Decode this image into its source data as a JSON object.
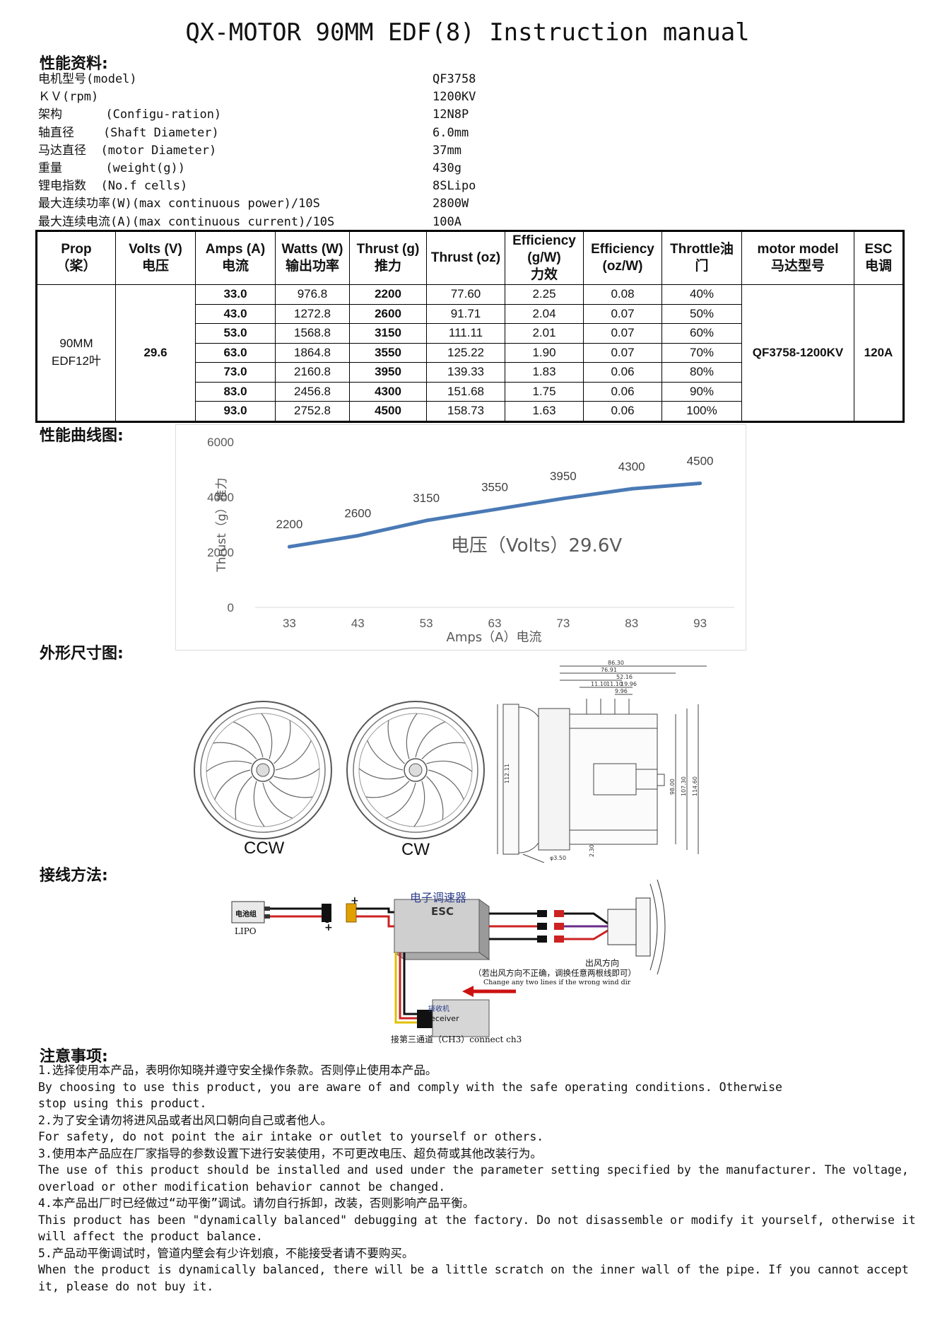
{
  "title": "QX-MOTOR 90MM EDF(8) Instruction manual",
  "sections": {
    "specs": "性能资料:",
    "curve": "性能曲线图:",
    "dims": "外形尺寸图:",
    "wiring": "接线方法:",
    "notes": "注意事项:"
  },
  "specs": [
    {
      "label": "电机型号(model)",
      "value": "QF3758"
    },
    {
      "label": "ＫＶ(rpm)",
      "value": "1200KV"
    },
    {
      "label": "架构      (Configu-ration)",
      "value": "12N8P"
    },
    {
      "label": "轴直径    (Shaft Diameter)",
      "value": "6.0mm"
    },
    {
      "label": "马达直径  (motor Diameter)",
      "value": "37mm"
    },
    {
      "label": "重量      (weight(g))",
      "value": "430g"
    },
    {
      "label": "锂电指数  (No.f cells)",
      "value": "8SLipo"
    },
    {
      "label": "最大连续功率(W)(max continuous power)/10S",
      "value": "2800W"
    },
    {
      "label": "最大连续电流(A)(max continuous current)/10S",
      "value": "100A"
    }
  ],
  "table": {
    "headers": [
      [
        "Prop",
        "（桨）"
      ],
      [
        "Volts (V)",
        "电压"
      ],
      [
        "Amps (A)",
        "电流"
      ],
      [
        "Watts (W)",
        "输出功率"
      ],
      [
        "Thrust (g)",
        "推力"
      ],
      [
        "Thrust (oz)"
      ],
      [
        "Efficiency",
        "(g/W)",
        "力效"
      ],
      [
        "Efficiency",
        "(oz/W)"
      ],
      [
        "Throttle油",
        "门"
      ],
      [
        "motor model",
        "马达型号"
      ],
      [
        "ESC",
        "电调"
      ]
    ],
    "prop": [
      "90MM",
      "EDF12叶"
    ],
    "volts": "29.6",
    "motor_model": "QF3758-1200KV",
    "esc": "120A",
    "rows": [
      [
        "33.0",
        "976.8",
        "2200",
        "77.60",
        "2.25",
        "0.08",
        "40%"
      ],
      [
        "43.0",
        "1272.8",
        "2600",
        "91.71",
        "2.04",
        "0.07",
        "50%"
      ],
      [
        "53.0",
        "1568.8",
        "3150",
        "111.11",
        "2.01",
        "0.07",
        "60%"
      ],
      [
        "63.0",
        "1864.8",
        "3550",
        "125.22",
        "1.90",
        "0.07",
        "70%"
      ],
      [
        "73.0",
        "2160.8",
        "3950",
        "139.33",
        "1.83",
        "0.06",
        "80%"
      ],
      [
        "83.0",
        "2456.8",
        "4300",
        "151.68",
        "1.75",
        "0.06",
        "90%"
      ],
      [
        "93.0",
        "2752.8",
        "4500",
        "158.73",
        "1.63",
        "0.06",
        "100%"
      ]
    ]
  },
  "chart_data": {
    "type": "line",
    "x": [
      33,
      43,
      53,
      63,
      73,
      83,
      93
    ],
    "series": [
      {
        "values": [
          2200,
          2600,
          3150,
          3550,
          3950,
          4300,
          4500
        ]
      }
    ],
    "data_labels": [
      "2200",
      "2600",
      "3150",
      "3550",
      "3950",
      "4300",
      "4500"
    ],
    "yticks": [
      "0",
      "2000",
      "4000",
      "6000"
    ],
    "xticks": [
      "33",
      "43",
      "53",
      "63",
      "73",
      "83",
      "93"
    ],
    "ylabel": "Thrust（g）推力",
    "xlabel": "Amps（A）电流",
    "annotation": "电压（Volts）29.6V",
    "ylim": [
      0,
      6000
    ],
    "xlim": [
      28,
      98
    ],
    "grid": false,
    "line_color": "#4a7ab5"
  },
  "dims": {
    "ccw": "CCW",
    "cw": "CW",
    "d1": "86.30",
    "d2": "76.91",
    "d3": "52.16",
    "d4": "11.10",
    "d5": "11.10",
    "d6": "19.96",
    "d7": "9.96",
    "d8": "112.11",
    "d9": "98.00",
    "d10": "107.30",
    "d11": "114.60",
    "d12": "φ3.50",
    "d13": "2.30"
  },
  "wiring": {
    "battery": "电池组",
    "lipo": "LIPO",
    "esc_cn": "电子调速器",
    "esc_en": "ESC",
    "receiver_cn": "接收机",
    "receiver_en": "Receiver",
    "airflow": "出风方向",
    "airflow_tip_cn": "（若出风方向不正确，调换任意两根线即可）",
    "airflow_tip_en": "Change any two lines if the wrong wind dir",
    "ch3": "接第三通道（CH3）connect ch3",
    "minus": "-",
    "plus": "+"
  },
  "notes": [
    "1.选择使用本产品，表明你知晓并遵守安全操作条款。否则停止使用本产品。",
    "By choosing to use this product, you are aware of and comply with the safe operating conditions. Otherwise",
    "stop using this product.",
    "2.为了安全请勿将进风品或者出风口朝向自己或者他人。",
    "For safety, do not point the air intake or outlet to yourself or others.",
    "3.使用本产品应在厂家指导的参数设置下进行安装使用，不可更改电压、超负荷或其他改装行为。",
    "The use of this product should be installed and used under the parameter setting specified by the manufacturer. The voltage,",
    "overload or other modification behavior cannot be changed.",
    "4.本产品出厂时已经做过“动平衡”调试。请勿自行拆卸，改装，否则影响产品平衡。",
    "This product has been \"dynamically balanced\" debugging at the factory. Do not disassemble or modify it yourself, otherwise it",
    "will affect the product balance.",
    "5.产品动平衡调试时，管道内壁会有少许划痕，不能接受者请不要购买。",
    "When the product is dynamically balanced, there will be a little scratch on the inner wall of the pipe. If you cannot accept",
    "it, please do not buy it."
  ]
}
